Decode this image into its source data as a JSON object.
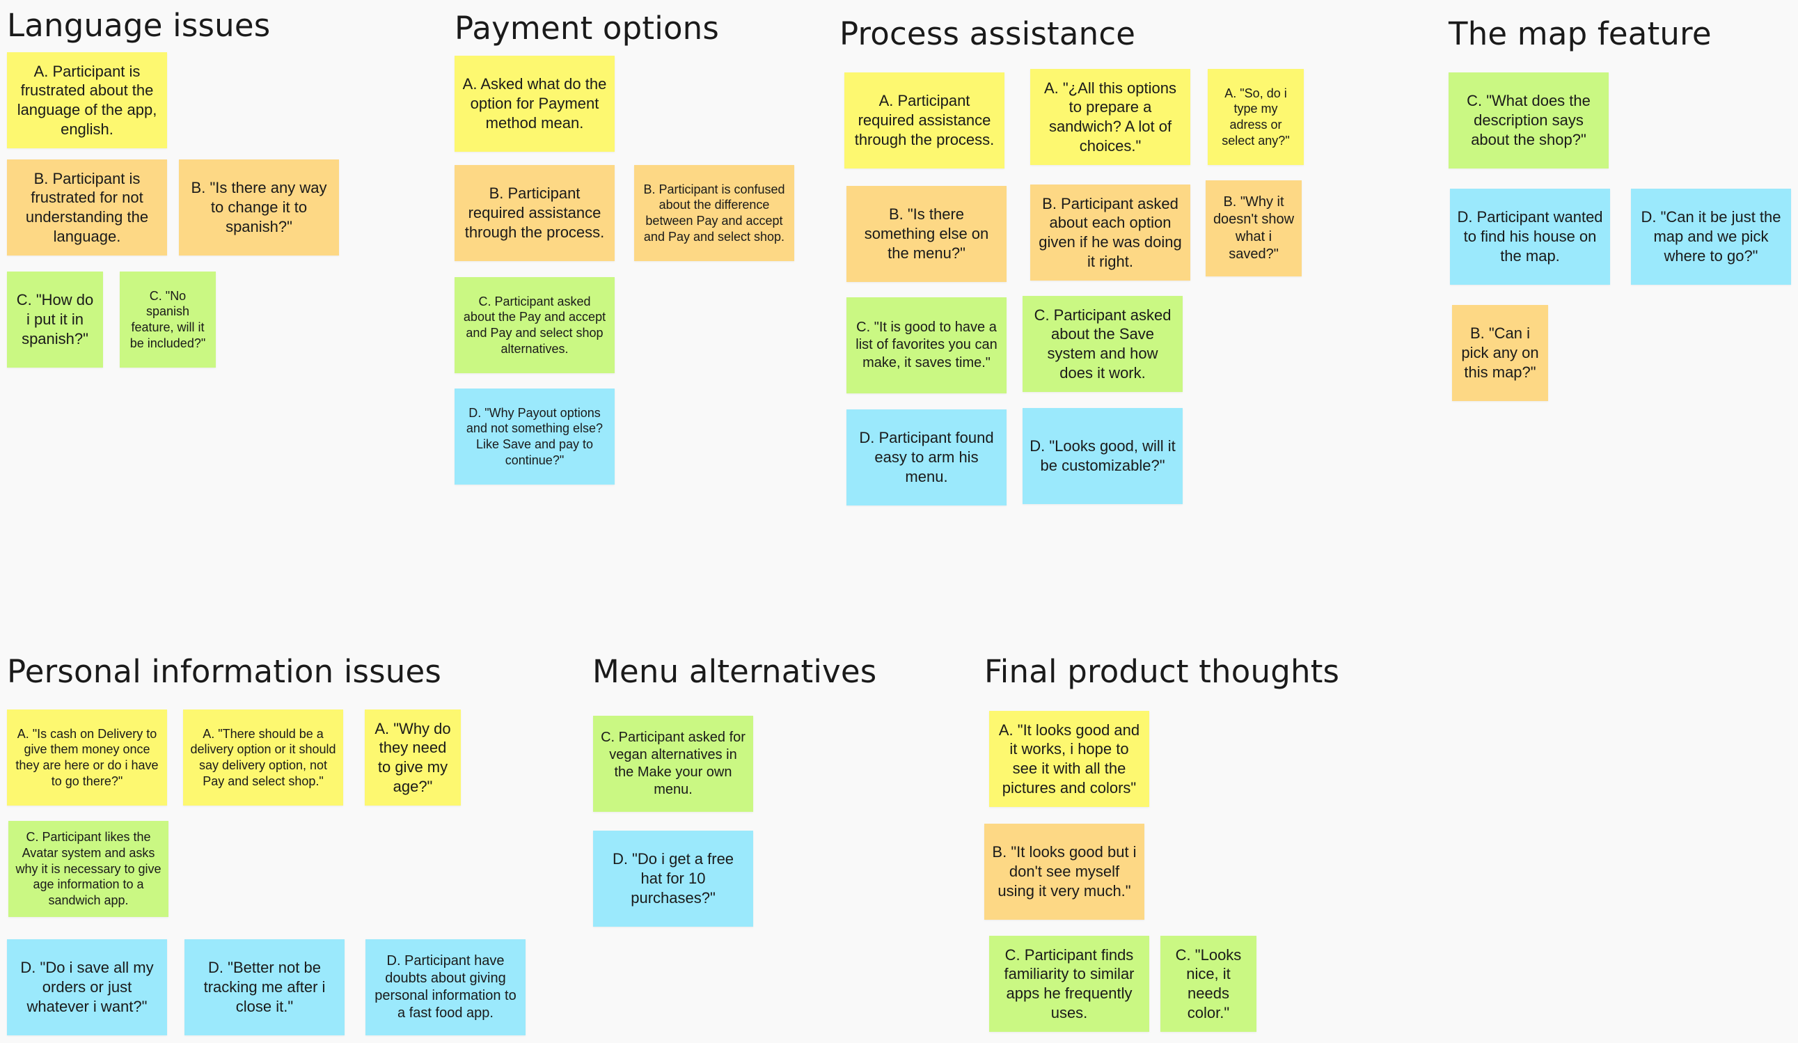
{
  "colors": {
    "yellow": "#fdf870",
    "orange": "#fdd885",
    "green": "#caf883",
    "blue": "#9be9fc",
    "background": "#f9f9f9"
  },
  "groups": [
    {
      "title": "Language issues",
      "notes": [
        {
          "text": "A. Participant is frustrated about the language of the app, english.",
          "color": "yellow"
        },
        {
          "text": "B. Participant is frustrated for not understanding the language.",
          "color": "orange"
        },
        {
          "text": "B. \"Is there any way to change it to spanish?\"",
          "color": "orange"
        },
        {
          "text": "C. \"How do i put it in spanish?\"",
          "color": "green"
        },
        {
          "text": "C. \"No spanish feature, will it be included?\"",
          "color": "green"
        }
      ]
    },
    {
      "title": "Payment options",
      "notes": [
        {
          "text": "A. Asked what do the option for Payment method mean.",
          "color": "yellow"
        },
        {
          "text": "B. Participant required assistance through the process.",
          "color": "orange"
        },
        {
          "text": "B. Participant is confused about the difference between Pay and accept and Pay and select shop.",
          "color": "orange"
        },
        {
          "text": "C. Participant asked about the Pay and accept and Pay and select shop alternatives.",
          "color": "green"
        },
        {
          "text": "D. \"Why Payout options and not something else? Like Save and pay to continue?\"",
          "color": "blue"
        }
      ]
    },
    {
      "title": "Process assistance",
      "notes": [
        {
          "text": "A. Participant required assistance through the process.",
          "color": "yellow"
        },
        {
          "text": "A. \"¿All this options to prepare a sandwich? A lot of choices.\"",
          "color": "yellow"
        },
        {
          "text": "A. \"So, do i type my adress or select any?\"",
          "color": "yellow"
        },
        {
          "text": "B. \"Is there something else on the menu?\"",
          "color": "orange"
        },
        {
          "text": "B. Participant asked about each option given if he was doing it right.",
          "color": "orange"
        },
        {
          "text": "B. \"Why it doesn't show what i saved?\"",
          "color": "orange"
        },
        {
          "text": "C. \"It is good to have a list of favorites you can make, it saves time.\"",
          "color": "green"
        },
        {
          "text": "C. Participant asked about the Save system and how does it work.",
          "color": "green"
        },
        {
          "text": "D. Participant found easy to arm his menu.",
          "color": "blue"
        },
        {
          "text": "D. \"Looks good, will it be customizable?\"",
          "color": "blue"
        }
      ]
    },
    {
      "title": "The map feature",
      "notes": [
        {
          "text": "C. \"What does the description says about the shop?\"",
          "color": "green"
        },
        {
          "text": "D. Participant wanted to find his house on the map.",
          "color": "blue"
        },
        {
          "text": "D. \"Can it be just the map and we pick where to go?\"",
          "color": "blue"
        },
        {
          "text": "B. \"Can i pick any on this map?\"",
          "color": "orange"
        }
      ]
    },
    {
      "title": "Personal information issues",
      "notes": [
        {
          "text": "A. \"Is cash on Delivery to give them money once they are here or do i have to go there?\"",
          "color": "yellow"
        },
        {
          "text": "A. \"There should be a delivery option or it should say delivery option, not Pay and select shop.\"",
          "color": "yellow"
        },
        {
          "text": "A. \"Why do they need to give my age?\"",
          "color": "yellow"
        },
        {
          "text": "C. Participant likes the Avatar system and asks why it is necessary to give age information to a sandwich app.",
          "color": "green"
        },
        {
          "text": "D. \"Do i save all my orders or just whatever i want?\"",
          "color": "blue"
        },
        {
          "text": "D. \"Better not be tracking me after i close it.\"",
          "color": "blue"
        },
        {
          "text": "D. Participant have doubts about giving personal information to a fast food app.",
          "color": "blue"
        }
      ]
    },
    {
      "title": "Menu alternatives",
      "notes": [
        {
          "text": "C. Participant asked for vegan alternatives in the Make your own menu.",
          "color": "green"
        },
        {
          "text": "D. \"Do i get a free hat for 10 purchases?\"",
          "color": "blue"
        }
      ]
    },
    {
      "title": "Final product thoughts",
      "notes": [
        {
          "text": "A. \"It looks good and it works, i hope to see it with all the pictures and colors\"",
          "color": "yellow"
        },
        {
          "text": "B. \"It looks good but i don't see myself using it very much.\"",
          "color": "orange"
        },
        {
          "text": "C. Participant finds familiarity to similar apps he frequently uses.",
          "color": "green"
        },
        {
          "text": "C. \"Looks nice, it needs color.\"",
          "color": "green"
        }
      ]
    }
  ]
}
